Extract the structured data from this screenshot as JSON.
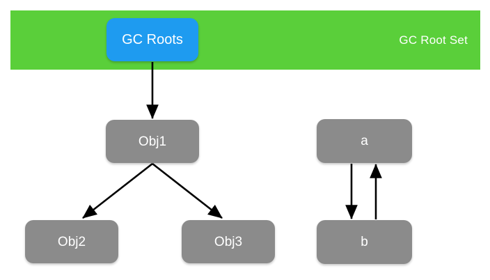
{
  "diagram": {
    "title_label": "GC Root Set",
    "band": {
      "label": "GC Root Set",
      "color": "#5ACF3A"
    },
    "colors": {
      "band_green": "#5ACF3A",
      "root_blue": "#1E9BF0",
      "object_gray": "#8B8B8B",
      "edge_black": "#000000",
      "background": "#FFFFFF",
      "text_white": "#FFFFFF"
    },
    "nodes": [
      {
        "id": "gcroots",
        "label": "GC Roots",
        "color": "#1E9BF0"
      },
      {
        "id": "obj1",
        "label": "Obj1",
        "color": "#8B8B8B"
      },
      {
        "id": "obj2",
        "label": "Obj2",
        "color": "#8B8B8B"
      },
      {
        "id": "obj3",
        "label": "Obj3",
        "color": "#8B8B8B"
      },
      {
        "id": "a",
        "label": "a",
        "color": "#8B8B8B"
      },
      {
        "id": "b",
        "label": "b",
        "color": "#8B8B8B"
      }
    ],
    "edges": [
      {
        "id": "gcroots-to-obj1",
        "from": "GC Roots",
        "to": "Obj1"
      },
      {
        "id": "obj1-to-obj2",
        "from": "Obj1",
        "to": "Obj2"
      },
      {
        "id": "obj1-to-obj3",
        "from": "Obj1",
        "to": "Obj3"
      },
      {
        "id": "a-to-b",
        "from": "a",
        "to": "b"
      },
      {
        "id": "b-to-a",
        "from": "b",
        "to": "a"
      }
    ]
  }
}
